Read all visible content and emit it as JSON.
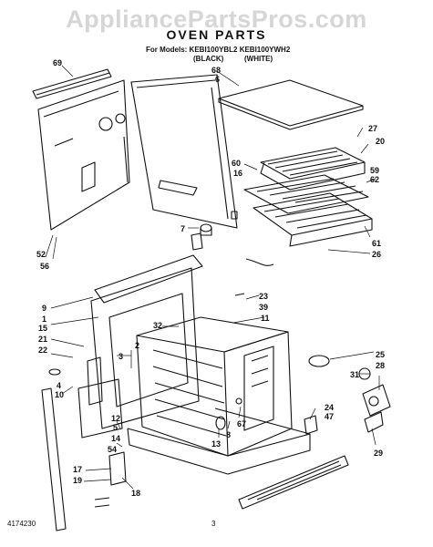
{
  "watermark": "AppliancePartsPros.com",
  "title": "OVEN PARTS",
  "models_line": "For Models: KEBI100YBL2   KEBI100YWH2",
  "model_colors": [
    "(BLACK)",
    "(WHITE)"
  ],
  "footer": {
    "doc_number": "4174230",
    "page_number": "3"
  },
  "callouts": [
    "69",
    "68",
    "6",
    "27",
    "20",
    "60",
    "16",
    "59",
    "62",
    "7",
    "52",
    "56",
    "61",
    "26",
    "9",
    "1",
    "15",
    "21",
    "22",
    "23",
    "39",
    "11",
    "32",
    "3",
    "2",
    "25",
    "31",
    "28",
    "4",
    "10",
    "12",
    "5",
    "14",
    "13",
    "8",
    "67",
    "24",
    "47",
    "54",
    "17",
    "19",
    "18",
    "29"
  ]
}
